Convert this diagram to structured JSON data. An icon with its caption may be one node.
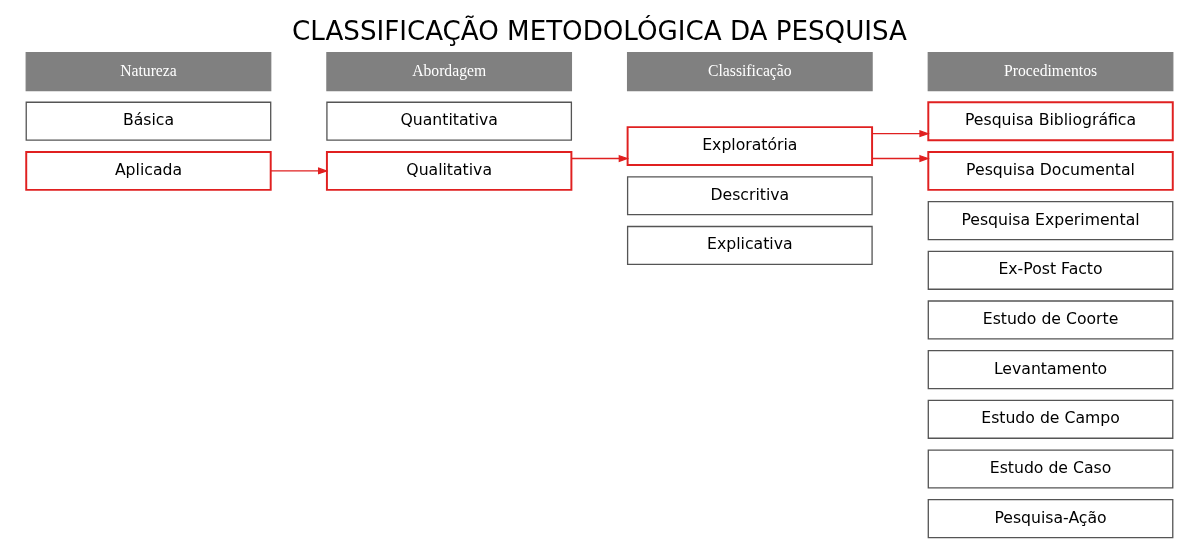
{
  "diagram": {
    "title": "CLASSIFICAÇÃO METODOLÓGICA DA PESQUISA",
    "nodes": [
      {
        "text": [
          "Natureza"
        ]
      },
      {
        "text": [
          "Abordagem"
        ]
      },
      {
        "text": [
          "Classificação"
        ]
      },
      {
        "text": [
          "Procedimentos"
        ]
      },
      {
        "text": [
          "Básica"
        ]
      },
      {
        "text": [
          "Aplicada"
        ]
      },
      {
        "text": [
          "Quantitativa"
        ]
      },
      {
        "text": [
          "Qualitativa"
        ]
      },
      {
        "text": [
          "Exploratória"
        ]
      },
      {
        "text": [
          "Descritiva"
        ]
      },
      {
        "text": [
          "Explicativa"
        ]
      },
      {
        "text": [
          "Pesquisa Bibliográfica"
        ]
      },
      {
        "text": [
          "Pesquisa Documental"
        ]
      },
      {
        "text": [
          "Pesquisa Experimental"
        ]
      },
      {
        "text": [
          "Ex-Post Facto"
        ]
      },
      {
        "text": [
          "Estudo de Coorte"
        ]
      },
      {
        "text": [
          "Levantamento"
        ]
      },
      {
        "text": [
          "Estudo de Campo"
        ]
      },
      {
        "text": [
          "Estudo de Caso"
        ]
      },
      {
        "text": [
          "Pesquisa-Ação"
        ]
      }
    ],
    "edges": [
      {
        "from": 5,
        "to": 7,
        "arrow": "to"
      },
      {
        "from": 7,
        "to": 8,
        "arrow": "to"
      },
      {
        "from": 8,
        "to": 11,
        "arrow": "to"
      },
      {
        "from": 8,
        "to": 12,
        "arrow": "to"
      }
    ]
  }
}
